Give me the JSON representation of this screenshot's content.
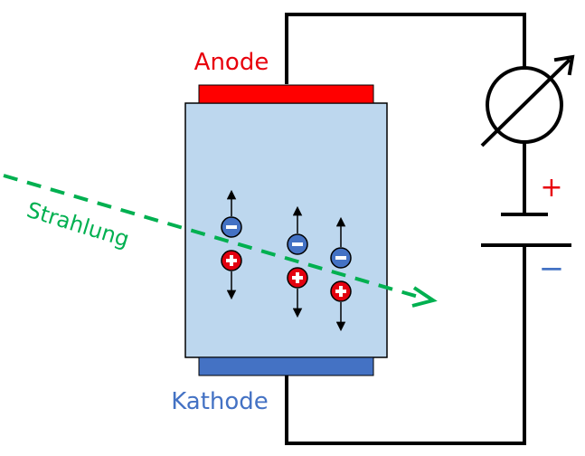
{
  "labels": {
    "anode": "Anode",
    "cathode": "Kathode",
    "radiation": "Strahlung",
    "plus_terminal": "+",
    "minus_terminal": "−"
  },
  "charges": {
    "negative_symbol": "−",
    "positive_symbol": "+"
  },
  "colors": {
    "anode": "#ff0000",
    "anode_label": "#e8000c",
    "cathode": "#4472c4",
    "cathode_label": "#4472c4",
    "detector_body": "#bdd7ee",
    "radiation": "#00b050",
    "electron": "#4472c4",
    "hole": "#e3000f",
    "wire": "#000000",
    "plus_terminal": "#e8000c",
    "minus_terminal": "#4472c4"
  },
  "icons": {
    "meter": "ammeter-icon",
    "battery": "battery-icon",
    "electron": "electron-icon",
    "hole": "hole-icon"
  }
}
